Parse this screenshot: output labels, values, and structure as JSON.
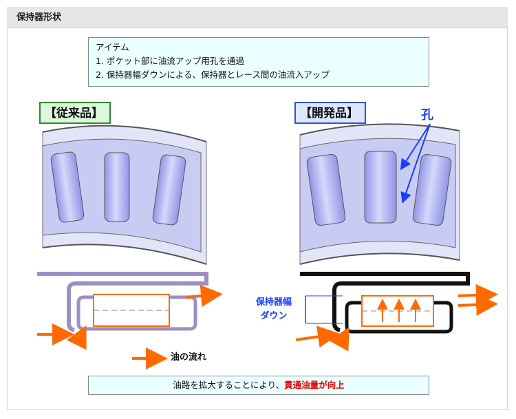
{
  "header": {
    "title": "保持器形状"
  },
  "items": {
    "line1": "アイテム",
    "line2": "1. ポケット部に油流アップ用孔を通過",
    "line3": "2. 保持器幅ダウンによる、保持器とレース間の油流入アップ"
  },
  "labels": {
    "conventional": "【従来品】",
    "developed": "【開発品】",
    "hole": "孔",
    "width_line1": "保持器幅",
    "width_line2": "ダウン",
    "oil_flow": "油の流れ"
  },
  "result": {
    "prefix": "油路を拡大することにより、",
    "highlight": "貫通油量が向上"
  },
  "colors": {
    "roller": "#b8bcf2",
    "cage": "#cfd4f6",
    "arrow": "#ff6a00",
    "blue": "#1a3cff"
  }
}
